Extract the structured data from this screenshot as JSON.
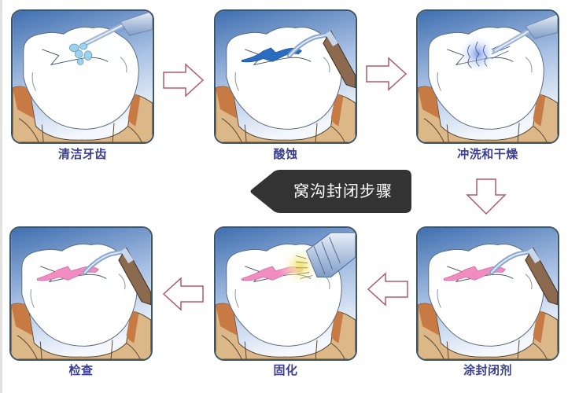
{
  "title": "窝沟封闭步骤",
  "colors": {
    "panel_border": "#3d5566",
    "sky_top": "#3f6fb0",
    "sky_bottom": "#eef3fb",
    "gum_tan": "#dcb888",
    "gum_dark": "#c87a45",
    "label": "#3b3f8f",
    "arrow_stroke": "#b05a6a",
    "callout_bg": "#333333",
    "acid_blue": "#2a6cc0",
    "sealant_pink": "#f08cc0",
    "cure_light": "#f5e46a"
  },
  "steps": [
    {
      "index": 1,
      "label": "清洁牙齿",
      "tool": "water-syringe",
      "effect": "water-droplets"
    },
    {
      "index": 2,
      "label": "酸蚀",
      "tool": "applicator",
      "effect": "acid-gel"
    },
    {
      "index": 3,
      "label": "冲洗和干燥",
      "tool": "air-water-syringe",
      "effect": "spray"
    },
    {
      "index": 4,
      "label": "涂封闭剂",
      "tool": "applicator",
      "effect": "sealant"
    },
    {
      "index": 5,
      "label": "固化",
      "tool": "curing-light",
      "effect": "light-cure"
    },
    {
      "index": 6,
      "label": "检查",
      "tool": "explorer",
      "effect": "sealant"
    }
  ],
  "arrows": [
    {
      "from": 1,
      "to": 2,
      "direction": "right"
    },
    {
      "from": 2,
      "to": 3,
      "direction": "right"
    },
    {
      "from": 3,
      "to": 4,
      "direction": "down"
    },
    {
      "from": 4,
      "to": 5,
      "direction": "left"
    },
    {
      "from": 5,
      "to": 6,
      "direction": "left"
    }
  ]
}
